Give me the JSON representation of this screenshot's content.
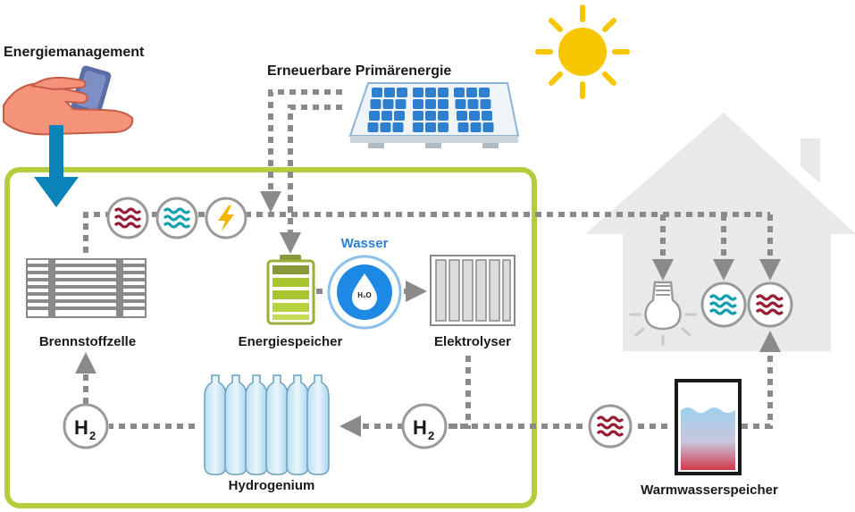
{
  "labels": {
    "energy_management": "Energiemanagement",
    "renewable_primary_energy": "Erneuerbare Primärenergie",
    "water": "Wasser",
    "h2o": "H₂O",
    "fuel_cell": "Brennstoffzelle",
    "energy_storage": "Energiespeicher",
    "electrolyser": "Elektrolyser",
    "hydrogen": "Hydrogenium",
    "hot_water_storage": "Warmwasserspeicher",
    "h2_symbol": "H",
    "h2_subscript": "2"
  },
  "colors": {
    "system_border": "#b5cc3c",
    "flow_arrow": "#8a8a8a",
    "control_arrow": "#0a84b8",
    "sun": "#f7c600",
    "solar_panel": "#2f7fd0",
    "heat_wave": "#9b1b35",
    "cold_wave": "#13a0b0",
    "battery": "#a6c52f",
    "water_drop": "#1e88e5",
    "house": "#e6e6e6"
  },
  "icons": [
    "sun-icon",
    "solar-panel-icon",
    "hand-phone-icon",
    "fuel-cell-icon",
    "battery-icon",
    "water-drop-icon",
    "electrolyser-icon",
    "hydrogen-tanks-icon",
    "house-icon",
    "light-bulb-icon",
    "heat-wave-icon",
    "cold-wave-icon",
    "lightning-icon",
    "hot-water-tank-icon"
  ]
}
